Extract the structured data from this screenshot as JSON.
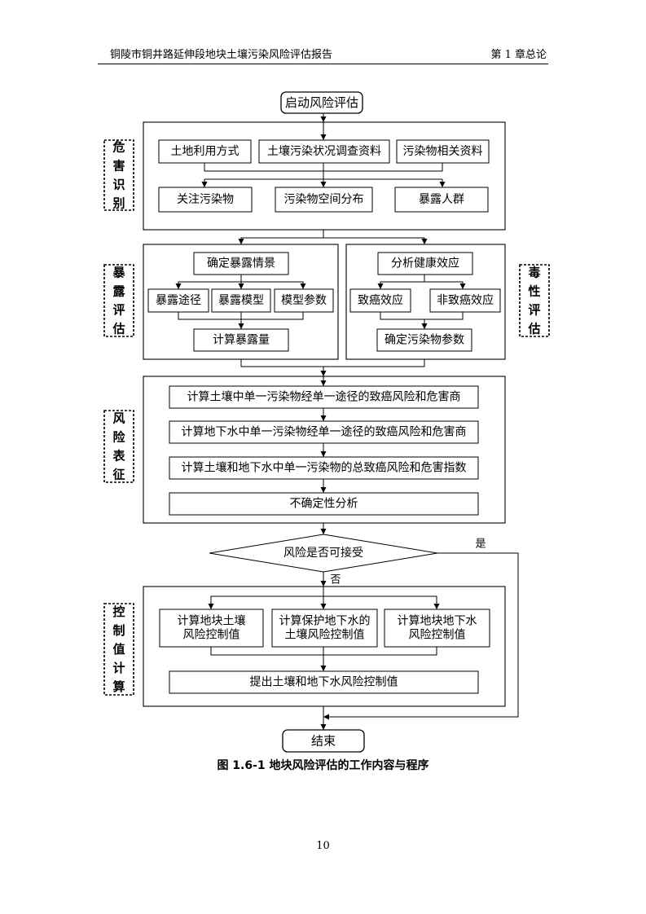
{
  "header": {
    "title": "铜陵市铜井路延伸段地块土壤污染风险评估报告",
    "chapter": "第 1 章总论"
  },
  "diagram": {
    "start": "启动风险评估",
    "end": "结束",
    "hazard": {
      "label": [
        "危",
        "害",
        "识",
        "别"
      ],
      "inputs": [
        "土地利用方式",
        "土壤污染状况调查资料",
        "污染物相关资料"
      ],
      "outputs": [
        "关注污染物",
        "污染物空间分布",
        "暴露人群"
      ]
    },
    "exposure": {
      "label": [
        "暴",
        "露",
        "评",
        "估"
      ],
      "top": "确定暴露情景",
      "items": [
        "暴露途径",
        "暴露模型",
        "模型参数"
      ],
      "bottom": "计算暴露量"
    },
    "toxicity": {
      "label": [
        "毒",
        "性",
        "评",
        "估"
      ],
      "top": "分析健康效应",
      "items": [
        "致癌效应",
        "非致癌效应"
      ],
      "bottom": "确定污染物参数"
    },
    "risk": {
      "label": [
        "风",
        "险",
        "表",
        "征"
      ],
      "steps": [
        "计算土壤中单一污染物经单一途径的致癌风险和危害商",
        "计算地下水中单一污染物经单一途径的致癌风险和危害商",
        "计算土壤和地下水中单一污染物的总致癌风险和危害指数",
        "不确定性分析"
      ]
    },
    "decision": {
      "text": "风险是否可接受",
      "yes": "是",
      "no": "否"
    },
    "control": {
      "label": [
        "控",
        "制",
        "值",
        "计",
        "算"
      ],
      "items": [
        [
          "计算地块土壤",
          "风险控制值"
        ],
        [
          "计算保护地下水的",
          "土壤风险控制值"
        ],
        [
          "计算地块地下水",
          "风险控制值"
        ]
      ],
      "bottom": "提出土壤和地下水风险控制值"
    }
  },
  "caption": "图 1.6-1 地块风险评估的工作内容与程序",
  "page_number": "10"
}
